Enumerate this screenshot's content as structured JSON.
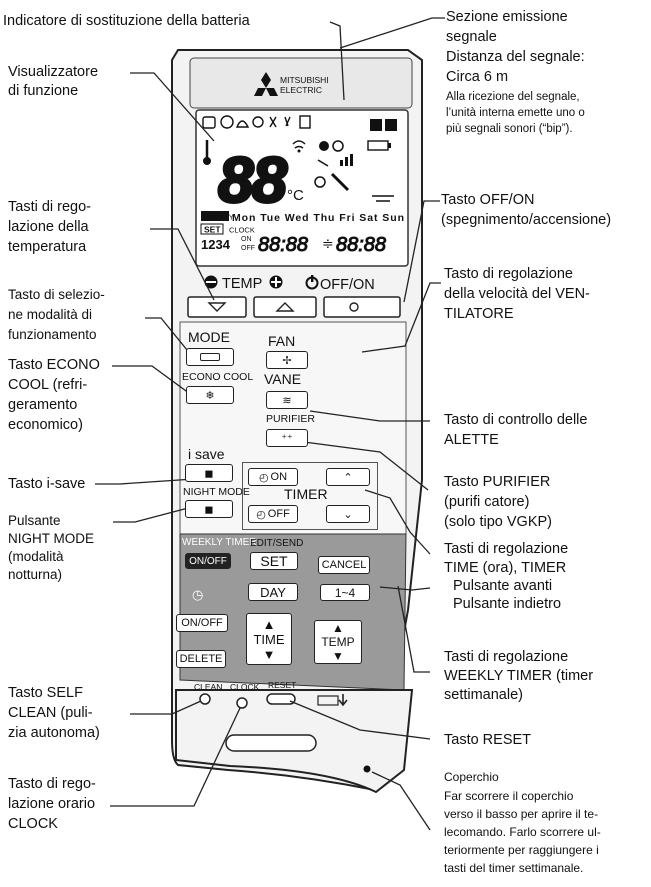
{
  "labels": {
    "battery": "Indicatore di sostituzione della batteria",
    "display_1": "Visualizzatore",
    "display_2": "di funzione",
    "signal_1": "Sezione emissione",
    "signal_2": "segnale",
    "distance_1": "Distanza del segnale:",
    "distance_2": "Circa 6 m",
    "signal_note_1": "Alla ricezione del segnale,",
    "signal_note_2": "l’unità interna emette uno o",
    "signal_note_3": "più segnali sonori (“bip”).",
    "temp_1": "Tasti di rego-",
    "temp_2": "lazione della",
    "temp_3": "temperatura",
    "offon_1": "Tasto OFF/ON",
    "offon_2": "(spegnimento/accensione)",
    "mode_1": "Tasto di selezio-",
    "mode_2": "ne modalità di",
    "mode_3": "funzionamento",
    "fan_1": "Tasto di regolazione",
    "fan_2": "della velocità del VEN-",
    "fan_3": "TILATORE",
    "econo_1": "Tasto ECONO",
    "econo_2": "COOL (refri-",
    "econo_3": "geramento",
    "econo_4": "economico)",
    "vane_1": "Tasto di controllo delle",
    "vane_2": "ALETTE",
    "isave": "Tasto i-save",
    "purifier_1": "Tasto PURIFIER",
    "purifier_2": "(purifi catore)",
    "purifier_3": "(solo tipo VGKP)",
    "night_1": "Pulsante",
    "night_2": "NIGHT MODE",
    "night_3": "(modalità",
    "night_4": "notturna)",
    "time_1": "Tasti di regolazione",
    "time_2": "TIME (ora), TIMER",
    "time_3": "Pulsante avanti",
    "time_4": "Pulsante indietro",
    "weekly_1": "Tasti di regolazione",
    "weekly_2": "WEEKLY TIMER (timer",
    "weekly_3": "settimanale)",
    "selfclean_1": "Tasto SELF",
    "selfclean_2": "CLEAN (puli-",
    "selfclean_3": "zia autonoma)",
    "reset": "Tasto RESET",
    "clock_1": "Tasto di rego-",
    "clock_2": "lazione orario",
    "clock_3": "CLOCK",
    "cover_1": "Coperchio",
    "cover_2": "Far scorrere il coperchio",
    "cover_3": "verso il basso per aprire il te-",
    "cover_4": "lecomando. Farlo scorrere ul-",
    "cover_5": "teriormente per raggiungere i",
    "cover_6": "tasti del timer settimanale."
  },
  "remote": {
    "brand_1": "MITSUBISHI",
    "brand_2": "ELECTRIC",
    "big_temp": "88",
    "celsius": "°C",
    "days": "Mon Tue Wed Thu Fri Sat Sun",
    "weekly_tag": "WEEKLY",
    "set_tag": "SET",
    "clock_tag": "CLOCK",
    "on_tag": "ON",
    "off_tag": "OFF",
    "digits": "1234",
    "time_a": "88:88",
    "time_b": "88:88",
    "temp_key": "TEMP",
    "offon_key": "OFF/ON",
    "mode": "MODE",
    "econo_cool": "ECONO COOL",
    "fan": "FAN",
    "vane": "VANE",
    "purifier": "PURIFIER",
    "isave": "i save",
    "night_mode": "NIGHT MODE",
    "timer": "TIMER",
    "on": "ON",
    "off": "OFF",
    "weekly_timer": "WEEKLY TIMER",
    "onoff": "ON/OFF",
    "edit_send": "EDIT/SEND",
    "set": "SET",
    "cancel": "CANCEL",
    "day": "DAY",
    "range": "1~4",
    "onoff2": "ON/OFF",
    "delete": "DELETE",
    "time": "TIME",
    "temp": "TEMP",
    "clean": "CLEAN",
    "clock": "CLOCK",
    "reset": "RESET"
  },
  "colors": {
    "remote_body": "#f2f2f2",
    "panel_grey": "#9a9a9a",
    "outline": "#222222"
  }
}
